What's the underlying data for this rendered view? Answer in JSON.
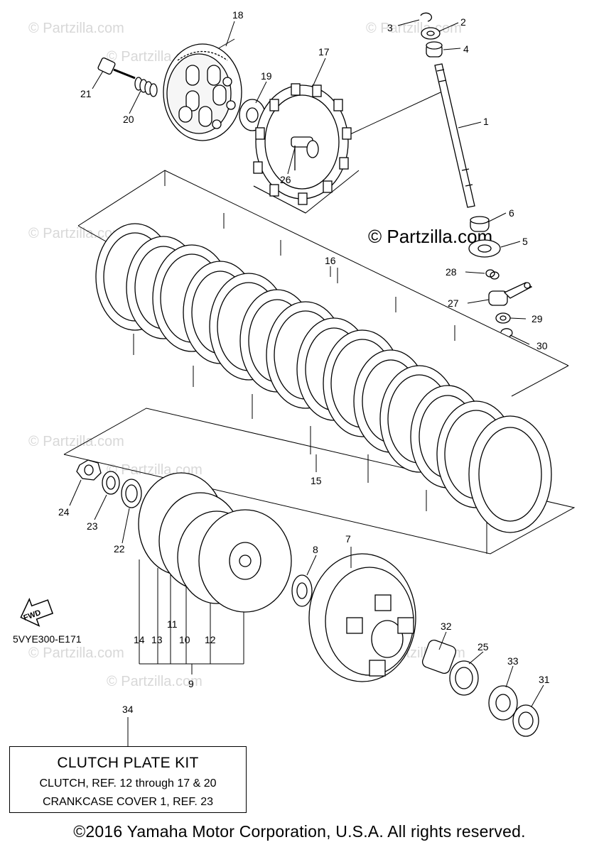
{
  "watermarks": {
    "small": "© Partzilla.com",
    "large": "© Partzilla.com"
  },
  "diagram_code": "5VYE300-E171",
  "fwd_label": "FWD",
  "callouts": {
    "p1": "1",
    "p2": "2",
    "p3": "3",
    "p4": "4",
    "p5": "5",
    "p6": "6",
    "p7": "7",
    "p8": "8",
    "p9": "9",
    "p10": "10",
    "p11": "11",
    "p12": "12",
    "p13": "13",
    "p14": "14",
    "p15": "15",
    "p16": "16",
    "p17": "17",
    "p18": "18",
    "p19": "19",
    "p20": "20",
    "p21": "21",
    "p22": "22",
    "p23": "23",
    "p24": "24",
    "p25": "25",
    "p26": "26",
    "p27": "27",
    "p28": "28",
    "p29": "29",
    "p30": "30",
    "p31": "31",
    "p32": "32",
    "p33": "33",
    "p34": "34"
  },
  "kit": {
    "title": "CLUTCH PLATE KIT",
    "line1": "CLUTCH, REF. 12 through 17 & 20",
    "line2": "CRANKCASE COVER 1, REF. 23"
  },
  "copyright": "©2016 Yamaha Motor Corporation, U.S.A. All rights reserved."
}
